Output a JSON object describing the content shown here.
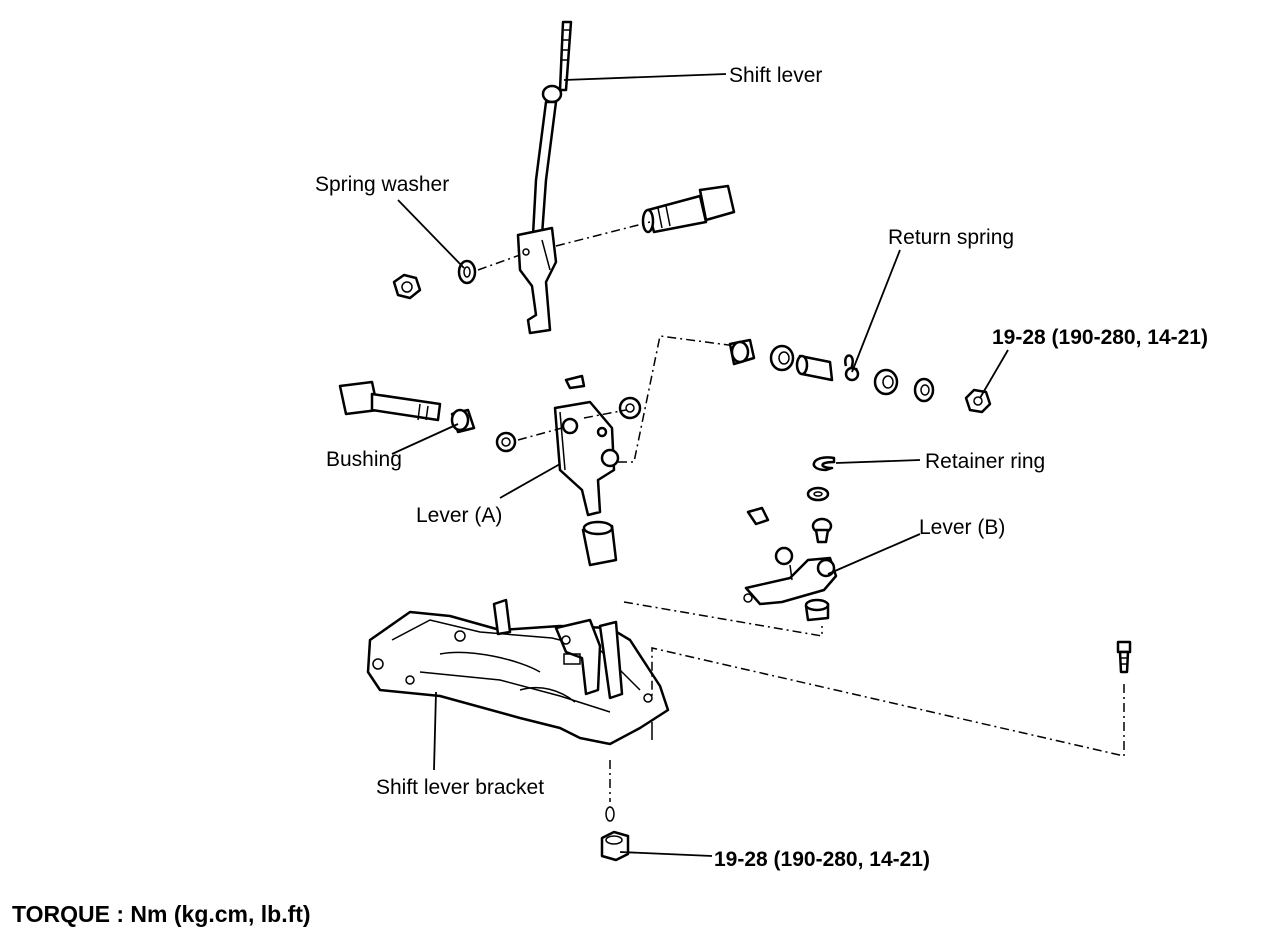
{
  "labels": {
    "shift_lever": "Shift lever",
    "spring_washer": "Spring washer",
    "return_spring": "Return spring",
    "torque_top": "19-28 (190-280, 14-21)",
    "bushing": "Bushing",
    "retainer_ring": "Retainer ring",
    "lever_a": "Lever (A)",
    "lever_b": "Lever (B)",
    "shift_lever_bracket": "Shift lever bracket",
    "torque_bottom": "19-28 (190-280, 14-21)"
  },
  "footer": {
    "torque_units": "TORQUE : Nm (kg.cm, lb.ft)"
  }
}
